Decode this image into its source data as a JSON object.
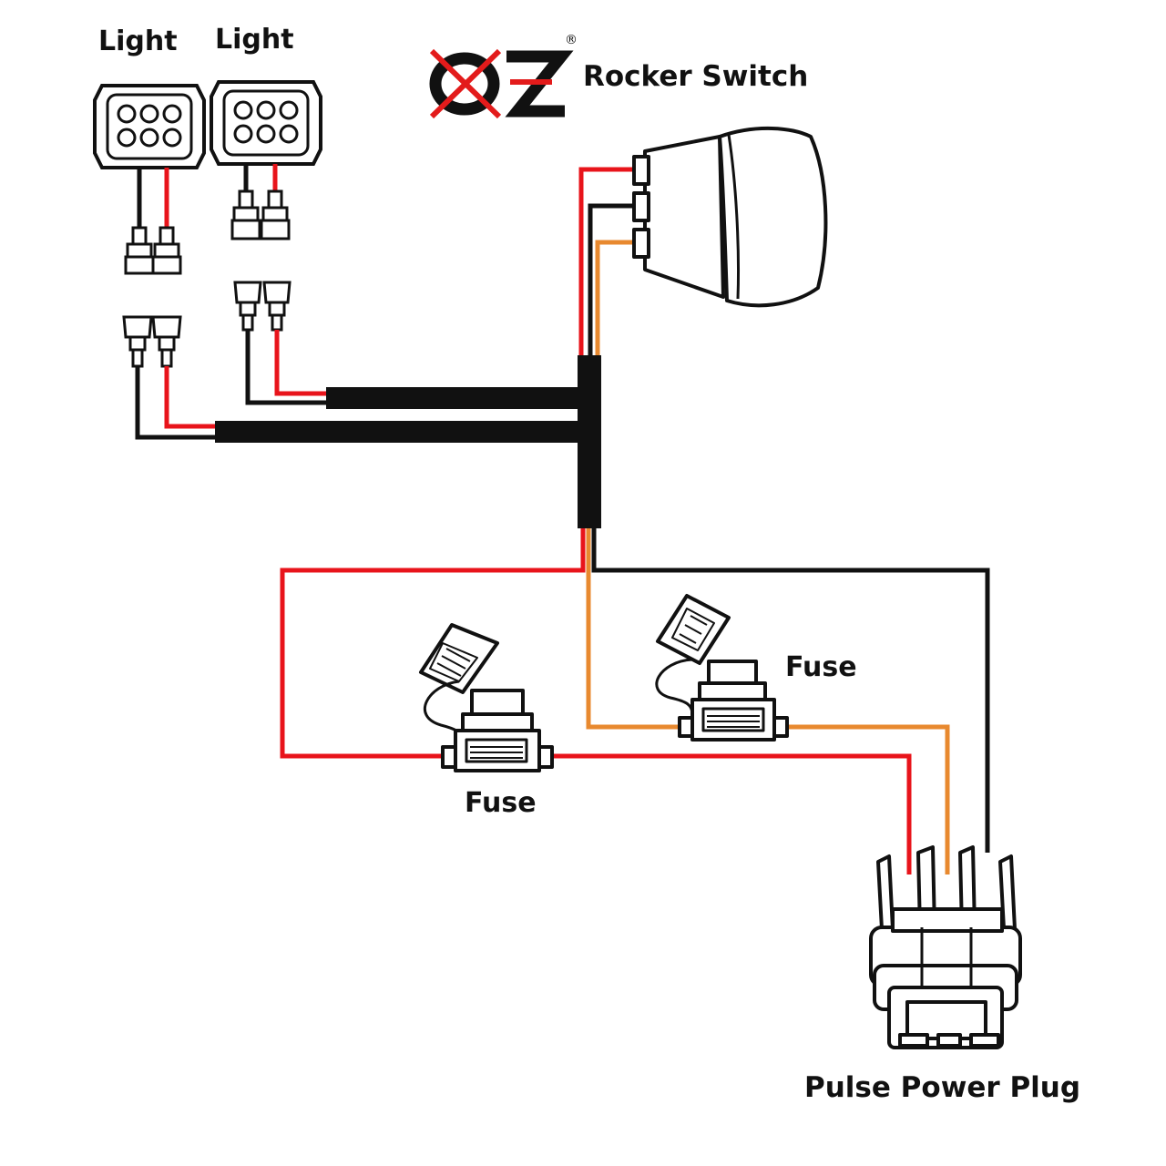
{
  "brand": {
    "logo_text": "OZ",
    "registered_mark": "®",
    "logo_colors": {
      "letters": "#111111",
      "cross": "#e31b1b"
    }
  },
  "labels": {
    "light_1": "Light",
    "light_2": "Light",
    "rocker_switch": "Rocker Switch",
    "fuse_1": "Fuse",
    "fuse_2": "Fuse",
    "pulse_power_plug": "Pulse Power Plug"
  },
  "wire_colors": {
    "red": "#e8141b",
    "black": "#111111",
    "orange": "#e8892f"
  },
  "components": {
    "lights": [
      "light-bar-1",
      "light-bar-2"
    ],
    "switch": "rocker-switch",
    "fuses": [
      "inline-fuse-1",
      "inline-fuse-2"
    ],
    "plug": "pulse-power-plug"
  }
}
